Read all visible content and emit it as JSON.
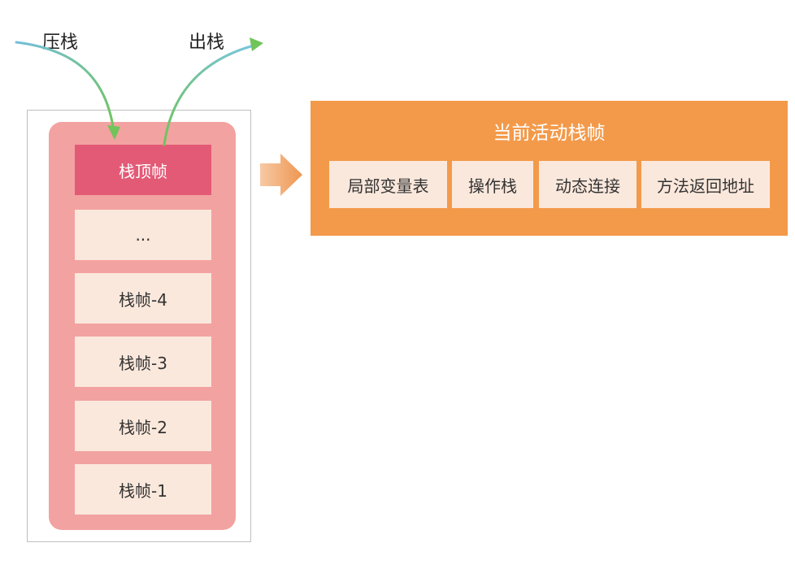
{
  "labels": {
    "push": "压栈",
    "pop": "出栈"
  },
  "stack": {
    "top_frame": "栈顶帧",
    "frames": [
      "...",
      "栈帧-4",
      "栈帧-3",
      "栈帧-2",
      "栈帧-1"
    ]
  },
  "active_frame": {
    "title": "当前活动栈帧",
    "parts": [
      "局部变量表",
      "操作栈",
      "动态连接",
      "方法返回地址"
    ]
  },
  "colors": {
    "stack_bg": "#f2a2a0",
    "top_frame": "#e35a76",
    "frame_bg": "#fbe8dc",
    "panel_bg": "#f39a4a",
    "arrow_green": "#7ac65a",
    "arrow_orange": "#ef9650"
  }
}
